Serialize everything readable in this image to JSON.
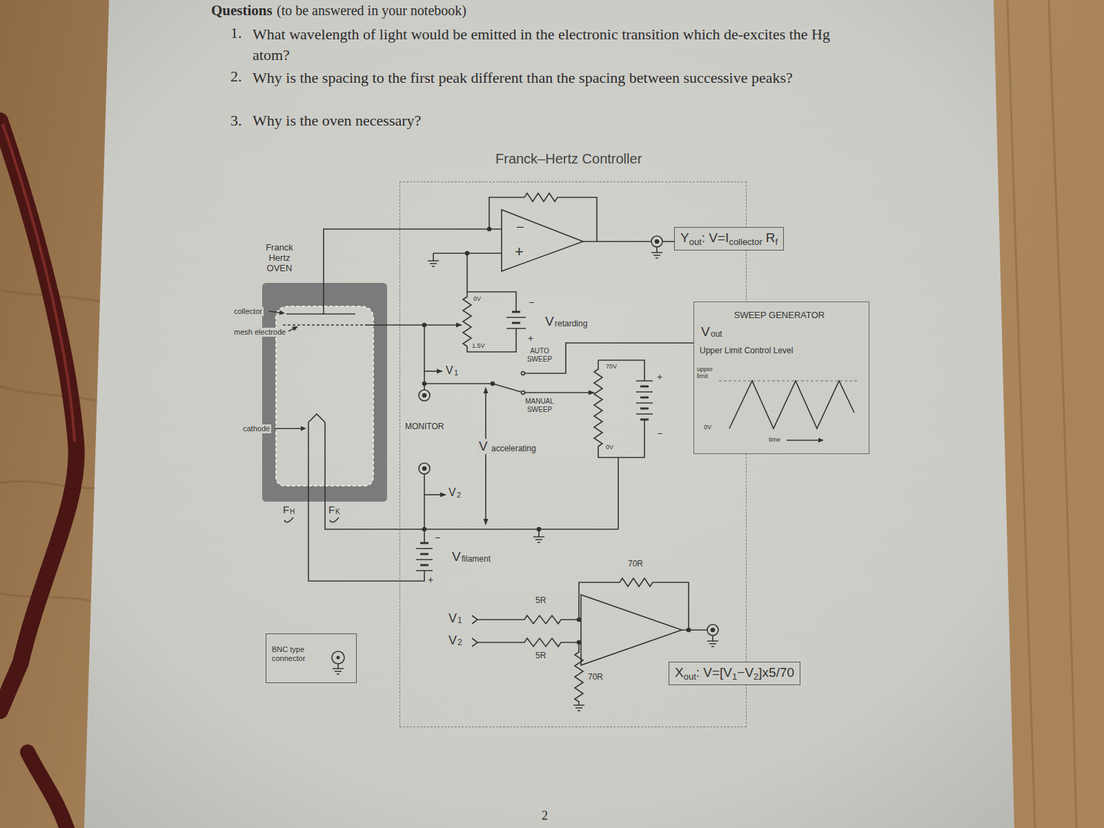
{
  "diagram": {
    "title": "Questions",
    "nodes": [
      {
        "text": [
          "Franck–Hertz Controller"
        ]
      },
      {
        "text": [
          "Franck Hertz OVEN"
        ]
      },
      {
        "text": [
          "Y",
          "out",
          ": V=I",
          "collector",
          "R",
          "f"
        ]
      },
      {
        "text": [
          "SWEEP GENERATOR",
          "V",
          "out",
          "Upper Limit Control Level",
          "upper limit",
          "0V",
          "time"
        ]
      },
      {
        "text": [
          "X",
          "out",
          ": V=[V",
          "1",
          "−V",
          "2",
          "]x5/70"
        ]
      },
      {
        "text": [
          "BNC type connector"
        ]
      }
    ],
    "labels": [
      "(to be answered in your notebook)",
      "1.",
      "What wavelength of light would be emitted in the electronic transition which de-excites the Hg atom?",
      "2.",
      "Why is the spacing to the first peak different than the spacing between successive peaks?",
      "3.",
      "Why is the oven necessary?",
      "collector",
      "mesh electrode",
      "cathode",
      "F",
      "H",
      "F",
      "K",
      "0V",
      "1.5V",
      "−",
      "+",
      "V",
      "retarding",
      "AUTO SWEEP",
      "MANUAL SWEEP",
      "V",
      "1",
      "MONITOR",
      "70V",
      "+",
      "−",
      "0V",
      "V",
      "accelerating",
      "V",
      "2",
      "−",
      "+",
      "V",
      "filament",
      "70R",
      "V",
      "1",
      "V",
      "2",
      "5R",
      "5R",
      "70R",
      "2",
      "−",
      "+"
    ]
  }
}
